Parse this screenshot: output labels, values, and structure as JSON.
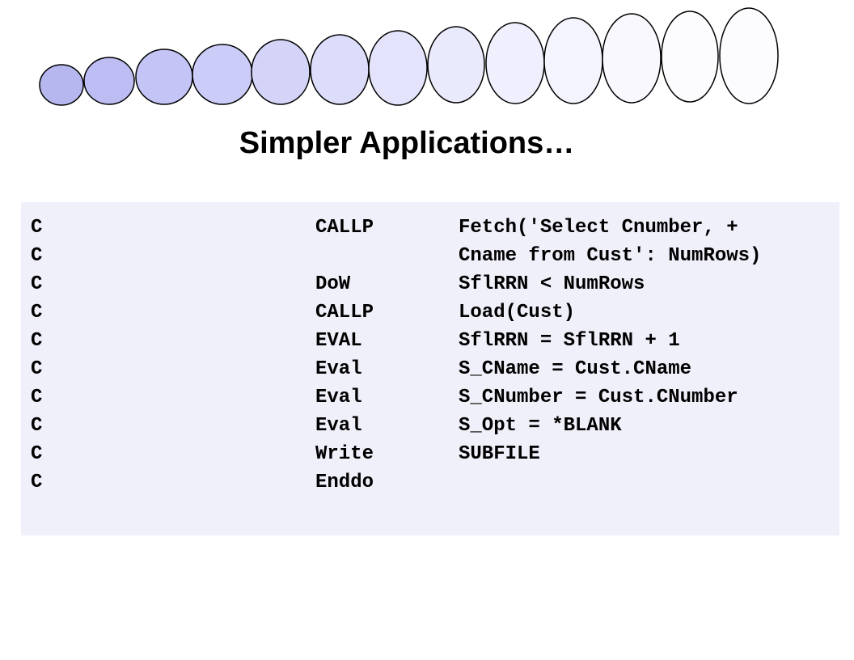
{
  "slide": {
    "title": "Simpler Applications…"
  },
  "decor": {
    "circle_fills": [
      "#b7b7f0",
      "#bdbdf3",
      "#c4c4f7",
      "#ccccf8",
      "#d4d4f9",
      "#dcdcfb",
      "#e3e3fc",
      "#eaeafd",
      "#efeffd",
      "#f4f4fe",
      "#f8f8fe",
      "#fcfcff"
    ]
  },
  "code": {
    "lines": [
      {
        "c": "C",
        "op": "CALLP",
        "arg": "Fetch('Select Cnumber, +"
      },
      {
        "c": "C",
        "op": "",
        "arg": "Cname from Cust': NumRows)"
      },
      {
        "c": "C",
        "op": "DoW",
        "arg": "SflRRN < NumRows"
      },
      {
        "c": "C",
        "op": "CALLP",
        "arg": "Load(Cust)"
      },
      {
        "c": "C",
        "op": "EVAL",
        "arg": "SflRRN = SflRRN + 1"
      },
      {
        "c": "C",
        "op": "Eval",
        "arg": "S_CName = Cust.CName"
      },
      {
        "c": "C",
        "op": "Eval",
        "arg": "S_CNumber = Cust.CNumber"
      },
      {
        "c": "C",
        "op": "Eval",
        "arg": "S_Opt = *BLANK"
      },
      {
        "c": "C",
        "op": "Write",
        "arg": "SUBFILE"
      },
      {
        "c": "C",
        "op": "Enddo",
        "arg": ""
      }
    ]
  }
}
